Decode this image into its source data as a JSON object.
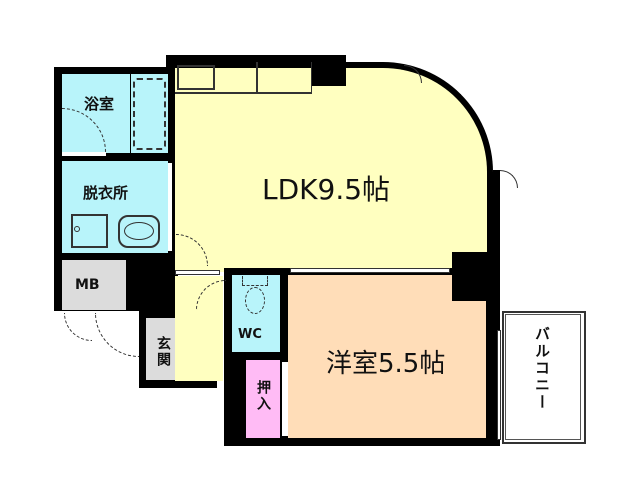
{
  "floorplan": {
    "colors": {
      "ldk": "#FFFFC0",
      "bath": "#B8F4FA",
      "bedroom": "#FFDDB8",
      "closet": "#FFBBF5",
      "utility": "#DCDCDC",
      "wall": "#000000",
      "balcony": "#FFFFFF"
    },
    "rooms": {
      "ldk": "LDK9.5帖",
      "bath": "浴室",
      "washroom": "脱衣所",
      "mb": "MB",
      "entrance": "玄関",
      "wc": "WC",
      "bedroom": "洋室5.5帖",
      "closet": "押入",
      "balcony": "バルコニー"
    }
  }
}
